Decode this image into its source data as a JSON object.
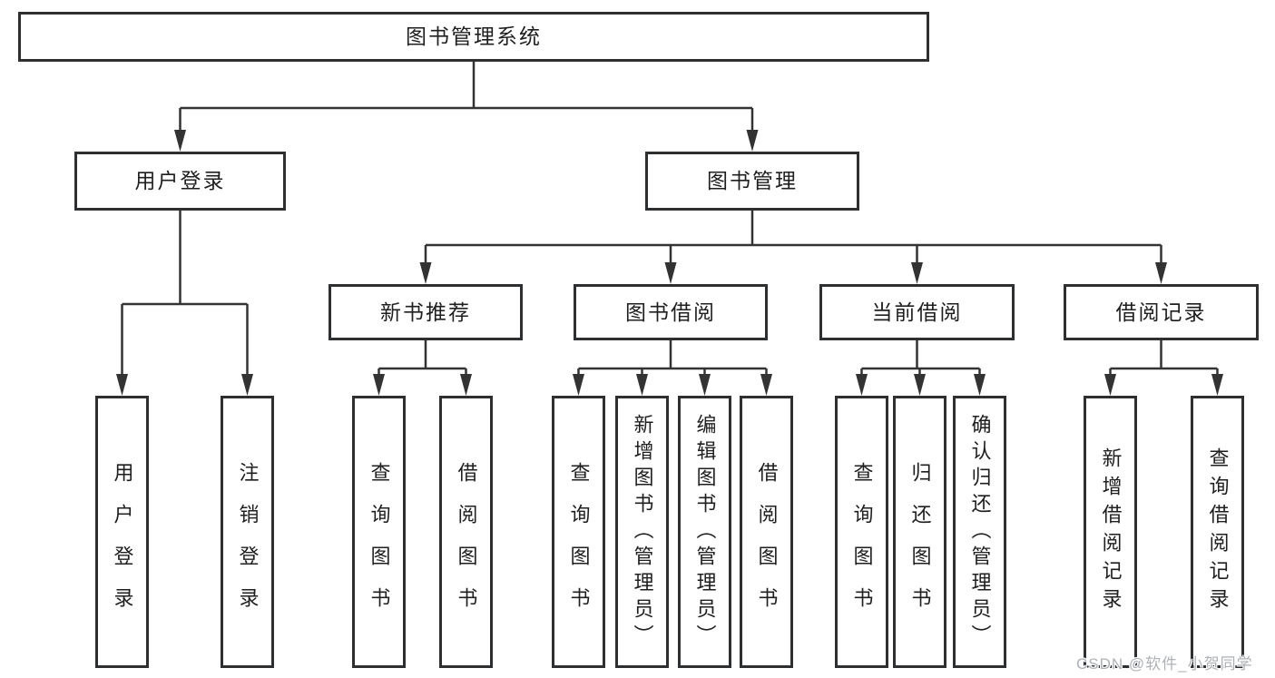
{
  "diagram": {
    "root": {
      "label": "图书管理系统"
    },
    "level2": [
      {
        "label": "用户登录"
      },
      {
        "label": "图书管理"
      }
    ],
    "level3": [
      {
        "label": "新书推荐"
      },
      {
        "label": "图书借阅"
      },
      {
        "label": "当前借阅"
      },
      {
        "label": "借阅记录"
      }
    ],
    "leaves": [
      {
        "label": "用户登录"
      },
      {
        "label": "注销登录"
      },
      {
        "label": "查询图书"
      },
      {
        "label": "借阅图书"
      },
      {
        "label": "查询图书"
      },
      {
        "label": "新增图书（管理员）"
      },
      {
        "label": "编辑图书（管理员）"
      },
      {
        "label": "借阅图书"
      },
      {
        "label": "查询图书"
      },
      {
        "label": "归还图书"
      },
      {
        "label": "确认归还（管理员）"
      },
      {
        "label": "新增借阅记录"
      },
      {
        "label": "查询借阅记录"
      }
    ]
  },
  "watermark": {
    "text": "CSDN @软件_小贺同学"
  },
  "colors": {
    "line": "#333333",
    "box_border": "#2d2f31",
    "text": "#1f1f1f",
    "watermark_text": "#aeb2b6",
    "background": "#ffffff"
  }
}
